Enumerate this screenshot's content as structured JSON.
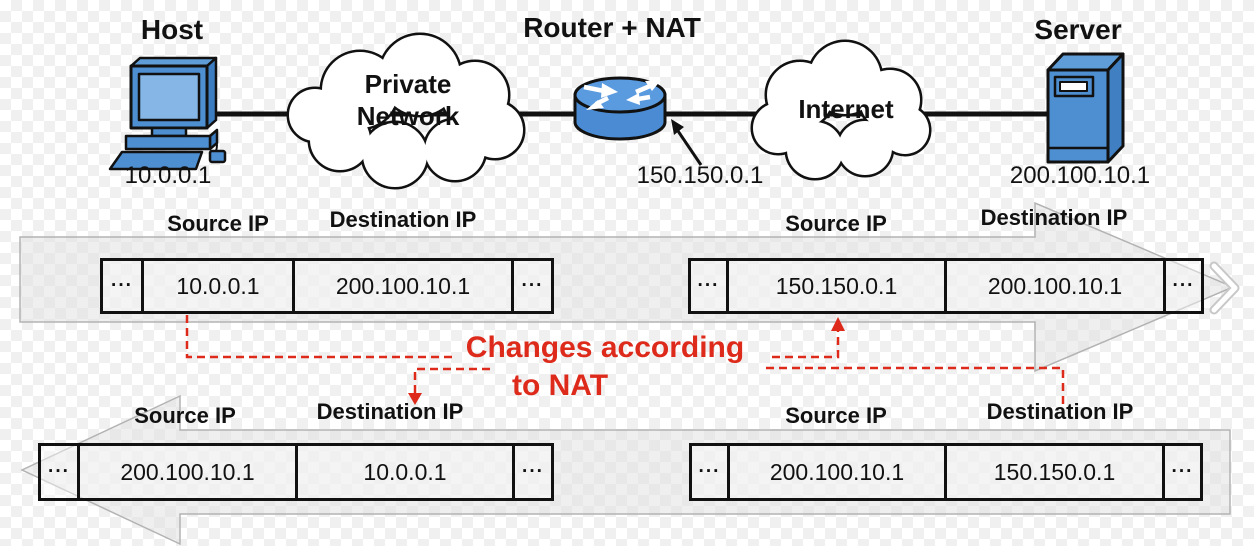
{
  "colors": {
    "accent_red": "#dd2a1b",
    "device_blue": "#4d8fd1",
    "outline_black": "#111111",
    "flow_arrow_fill": "#e6e6e6",
    "flow_arrow_stroke": "#b3b3b3"
  },
  "nodes": {
    "host": {
      "title": "Host",
      "ip": "10.0.0.1"
    },
    "private_network": {
      "label_line1": "Private",
      "label_line2": "Network"
    },
    "router": {
      "title": "Router + NAT",
      "ip": "150.150.0.1"
    },
    "internet": {
      "label": "Internet"
    },
    "server": {
      "title": "Server",
      "ip": "200.100.10.1"
    }
  },
  "annotation": {
    "line1": "Changes according",
    "line2": "to NAT"
  },
  "packets": {
    "top_left": {
      "source_label": "Source IP",
      "destination_label": "Destination IP",
      "ellipsis_left": "···",
      "source_value": "10.0.0.1",
      "destination_value": "200.100.10.1",
      "ellipsis_right": "···"
    },
    "top_right": {
      "source_label": "Source IP",
      "destination_label": "Destination IP",
      "ellipsis_left": "···",
      "source_value": "150.150.0.1",
      "destination_value": "200.100.10.1",
      "ellipsis_right": "···"
    },
    "bottom_left": {
      "source_label": "Source IP",
      "destination_label": "Destination IP",
      "ellipsis_left": "···",
      "source_value": "200.100.10.1",
      "destination_value": "10.0.0.1",
      "ellipsis_right": "···"
    },
    "bottom_right": {
      "source_label": "Source IP",
      "destination_label": "Destination IP",
      "ellipsis_left": "···",
      "source_value": "200.100.10.1",
      "destination_value": "150.150.0.1",
      "ellipsis_right": "···"
    }
  }
}
